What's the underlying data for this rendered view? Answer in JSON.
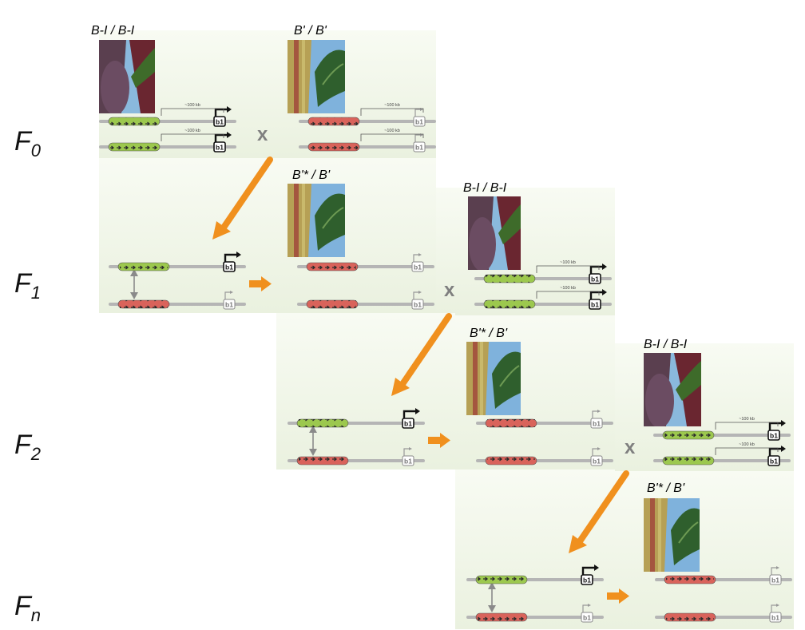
{
  "generations": [
    {
      "letter": "F",
      "sub": "0"
    },
    {
      "letter": "F",
      "sub": "1"
    },
    {
      "letter": "F",
      "sub": "2"
    },
    {
      "letter": "F",
      "sub": "n"
    }
  ],
  "genotypes": {
    "bi_bi": "B-I / B-I",
    "bp_bp": "B' / B'",
    "bps_bp": "B'* / B'"
  },
  "cross_symbol": "x",
  "gene_label": "b1",
  "distance_label": "~100 kb",
  "colors": {
    "active_repeat": "#9cc84e",
    "silenced_repeat": "#d9635b",
    "arrow": "#f0901e",
    "cross": "#7f7f7f",
    "chromosome": "#b5b5b5"
  }
}
